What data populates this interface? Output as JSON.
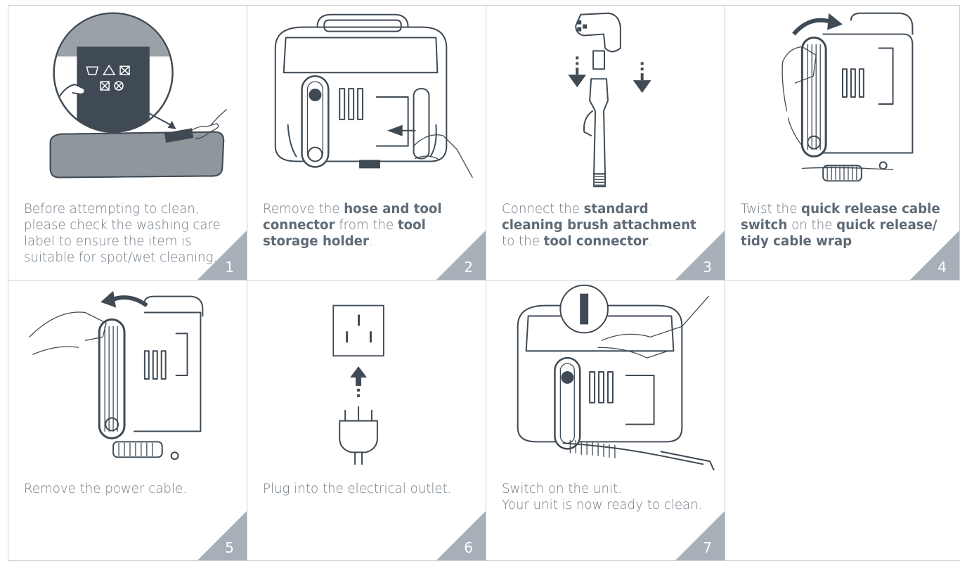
{
  "steps": [
    {
      "number": "1",
      "segments": [
        {
          "text": "Before attempting to clean, please check the washing care label to ensure the item is suitable for spot/wet cleaning.",
          "bold": false
        }
      ]
    },
    {
      "number": "2",
      "segments": [
        {
          "text": "Remove the ",
          "bold": false
        },
        {
          "text": "hose and tool connector",
          "bold": true
        },
        {
          "text": " from the ",
          "bold": false
        },
        {
          "text": "tool storage holder",
          "bold": true
        },
        {
          "text": ".",
          "bold": false
        }
      ]
    },
    {
      "number": "3",
      "segments": [
        {
          "text": "Connect the ",
          "bold": false
        },
        {
          "text": "standard cleaning brush attachment",
          "bold": true
        },
        {
          "text": " to the ",
          "bold": false
        },
        {
          "text": "tool connector",
          "bold": true
        },
        {
          "text": ".",
          "bold": false
        }
      ]
    },
    {
      "number": "4",
      "segments": [
        {
          "text": "Twist the ",
          "bold": false
        },
        {
          "text": "quick release cable switch",
          "bold": true
        },
        {
          "text": " on the ",
          "bold": false
        },
        {
          "text": "quick release/ tidy cable wrap",
          "bold": true
        }
      ]
    },
    {
      "number": "5",
      "segments": [
        {
          "text": "Remove the power cable.",
          "bold": false
        }
      ]
    },
    {
      "number": "6",
      "segments": [
        {
          "text": "Plug into the electrical outlet.",
          "bold": false
        }
      ]
    },
    {
      "number": "7",
      "segments": [
        {
          "text": "Switch on the unit.\nYour unit is now ready to clean.",
          "bold": false
        }
      ]
    }
  ],
  "colors": {
    "accent": "#a7b0b8",
    "text": "#6e7a86",
    "border": "#c9ced3",
    "line": "#3f4a54"
  },
  "icons": [
    "care-label-symbols-icon",
    "vacuum-unit-icon",
    "brush-attachment-icon",
    "down-arrow-icon",
    "cable-wrap-icon",
    "curved-arrow-icon",
    "wall-outlet-icon",
    "up-arrow-icon",
    "plug-icon",
    "power-switch-icon"
  ]
}
